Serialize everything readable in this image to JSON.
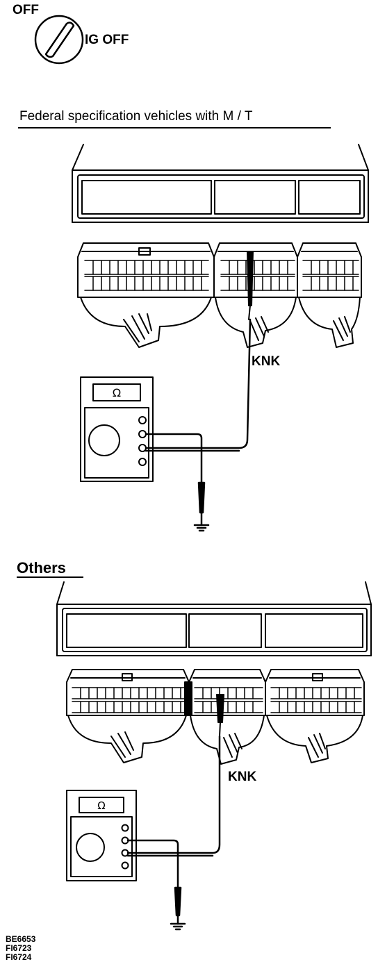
{
  "switch": {
    "off_label": "OFF",
    "ig_off_label": "IG OFF",
    "icon": "ignition-key-icon"
  },
  "section_federal": {
    "heading": "Federal  specification vehicles with M / T",
    "terminal_label": "KNK",
    "meter_symbol": "Ω"
  },
  "section_others": {
    "heading": "Others",
    "terminal_label": "KNK",
    "meter_symbol": "Ω"
  },
  "figure_codes": [
    "BE6653",
    "FI6723",
    "FI6724"
  ]
}
